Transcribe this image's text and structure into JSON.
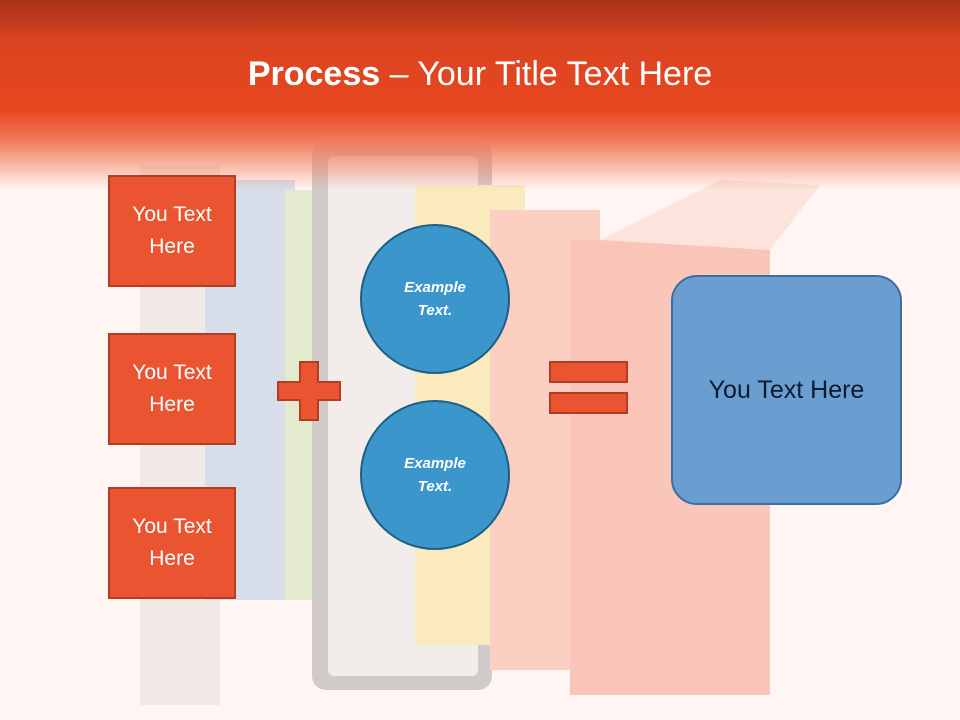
{
  "title": {
    "strong": "Process",
    "dash": " – ",
    "rest": "Your Title Text Here"
  },
  "left_boxes": [
    {
      "label": "You Text Here"
    },
    {
      "label": "You Text Here"
    },
    {
      "label": "You Text Here"
    }
  ],
  "circles": [
    {
      "label": "Example Text."
    },
    {
      "label": "Example Text."
    }
  ],
  "result": {
    "label": "You Text Here"
  },
  "colors": {
    "title_bar": "#e8471f",
    "box_fill": "#ea5431",
    "circle_fill": "#3a96cb",
    "result_fill": "#6a9dd0"
  }
}
